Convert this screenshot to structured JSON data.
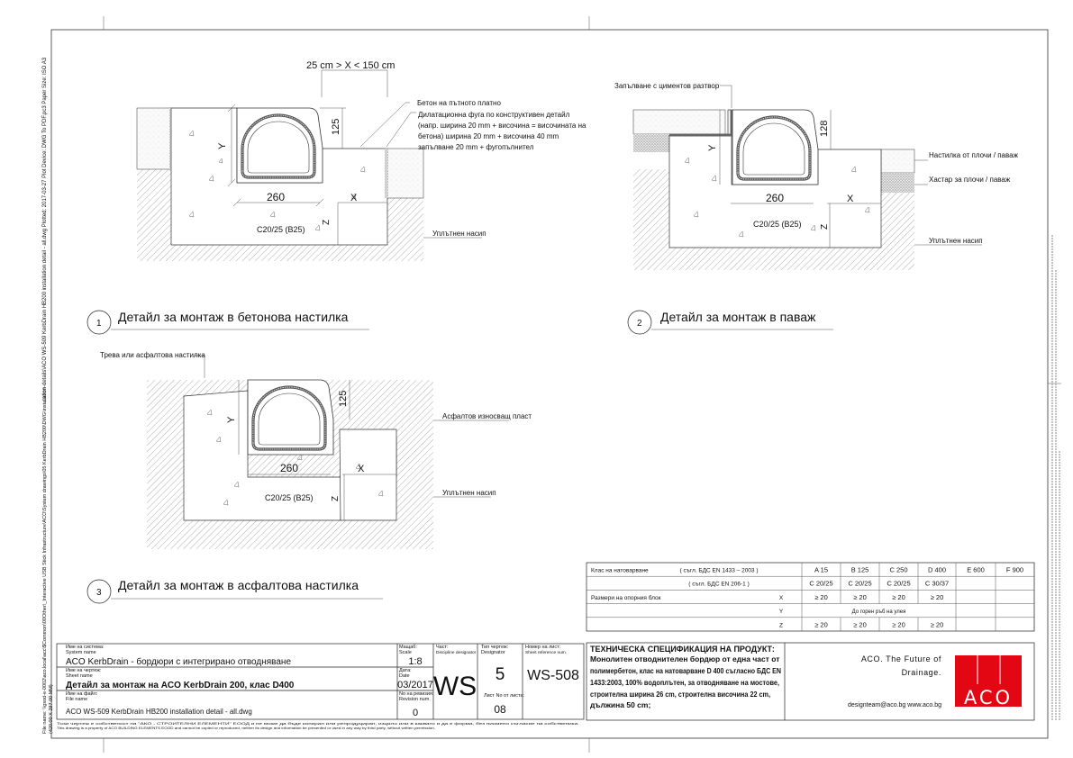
{
  "margin": {
    "left_top": "...ation-details\\ACO WS-509 KerbDrain HB200 installation detail - all.dwg   Plotted: 2017-03-27   Plot Device: DWG To PDF.pc3   Paper Size: ISO A3",
    "left_bottom": "File name: \\\\gsod-e-0002\\aco.local\\acc\\$Common\\00Other\\_Interactive USB Stick Infrastructure\\ACO\\System drawings\\05 KerbDrain HB200\\DWG\\installation",
    "left_size": "(420.00 X 297.00 MM)"
  },
  "detail1": {
    "range_dim": "25 cm  >  X  <  150 cm",
    "label_concrete": "Бетон на пътното платно",
    "label_joint": [
      "Дилатационна фуга  по конструктивен детайл",
      "(напр. ширина 20 mm + височина = височината на",
      "бетона) ширина 20 mm + височина  40 mm",
      "запълване 20 mm + фугопълнител"
    ],
    "label_fill": "Уплътнен насип",
    "dim_width": "260",
    "dim_height": "125",
    "dim_y": "Y",
    "dim_x": "X",
    "dim_z": "Z",
    "concrete_class": "C20/25 (B25)",
    "number": "1",
    "title": "Детайл за монтаж в бетонова настилка"
  },
  "detail2": {
    "label_mortar": "Запълване с циментов разтвор",
    "label_paving": "Настилка от плочи / паваж",
    "label_bedding": "Хастар за плочи / паваж",
    "label_fill": "Уплътнен насип",
    "dim_width": "260",
    "dim_height": "128",
    "dim_y": "Y",
    "dim_x": "X",
    "dim_z": "Z",
    "concrete_class": "C20/25 (B25)",
    "number": "2",
    "title": "Детайл за монтаж в паваж"
  },
  "detail3": {
    "label_surface": "Трева или асфалтова настилка",
    "label_asphalt": "Асфалтов износващ пласт",
    "label_fill": "Уплътнен насип",
    "dim_width": "260",
    "dim_height": "125",
    "dim_y": "Y",
    "dim_x": "X",
    "dim_z": "Z",
    "concrete_class": "C20/25 (B25)",
    "number": "3",
    "title": "Детайл за монтаж в асфалтова настилка"
  },
  "spec_table": {
    "rows": [
      [
        "Клас на натоварване",
        "( съгл. БДС EN 1433 – 2003 )",
        "A 15",
        "B 125",
        "C 250",
        "D 400",
        "E 600",
        "F 900"
      ],
      [
        "",
        "( съгл. БДС EN 206-1 )",
        "C 20/25",
        "C 20/25",
        "C 20/25",
        "C 30/37",
        "",
        ""
      ],
      [
        "Размери на опорния блок",
        "X",
        "≥ 20",
        "≥ 20",
        "≥ 20",
        "≥ 20",
        "",
        ""
      ],
      [
        "",
        "Y",
        "До горен ръб на улея",
        "",
        "",
        "",
        "",
        ""
      ],
      [
        "",
        "Z",
        "≥ 20",
        "≥ 20",
        "≥ 20",
        "≥ 20",
        "",
        ""
      ]
    ]
  },
  "tech_spec": {
    "heading": "ТЕХНИЧЕСКА СПЕЦИФИКАЦИЯ НА ПРОДУКТ:",
    "lines": [
      "Монолитен отводнителен бордюр от една част от",
      "полимербетон, клас на натоварване D 400 съгласно БДС EN",
      "1433:2003, 100% водоплътен, за отводняване на мостове,",
      "строителна ширина 26 cm, строителна височина 22 cm,",
      "дължина 50 cm;"
    ]
  },
  "brand": {
    "slogan_1": "ACO. The Future of",
    "slogan_2": "Drainage.",
    "contact": "designteam@aco.bg  www.aco.bg",
    "logo_text": "ACO",
    "logo_color": "#e30613"
  },
  "title_block": {
    "system_label": "Име на система:",
    "system_label_en": "System name",
    "system_name": "ACO KerbDrain - бордюри с интегрирано отводняване",
    "sheet_label": "Име на чертеж:",
    "sheet_label_en": "Sheet name",
    "sheet_name": "Детайл за монтаж на ACO KerbDrain 200, клас D400",
    "file_label": "Име на файл:",
    "file_label_en": "File name",
    "file_name": "ACO WS-509 KerbDrain HB200 installation detail - all.dwg",
    "scale_label": "Мащаб:",
    "scale_label_en": "Scale",
    "scale": "1:8",
    "date_label": "Дата:",
    "date_label_en": "Date",
    "date": "03/2017",
    "revision_label": "No на ревизия:",
    "revision_label_en": "Revision num.",
    "revision": "0",
    "discipline_label": "Част:",
    "discipline_label_en": "Discipline designator",
    "discipline": "WS",
    "type_label": "Тип чертеж:",
    "type_label_en": "Designator",
    "type": "5",
    "sheet_no_label": "Лист No от листа:",
    "sheet_no": "08",
    "ref_label": "Номер на лист:",
    "ref_label_en": "Sheet reference num.",
    "ref": "WS-508"
  },
  "copyright": {
    "line_bg": "Този чертеж е собственост на \"АКО - СТРОИТЕЛНИ ЕЛЕМЕНТИ\" ЕООД и не може да бъде копиран или репродуциран, изцяло или в каквато и да е форма, без писмено съгласие на собственика.",
    "line_en": "This drawing is a property of ACO BUILDING ELEMENTS EOOD and cannot be copied or reproduced, neither its design and information be presented or used in any way by third party, without written permission."
  }
}
